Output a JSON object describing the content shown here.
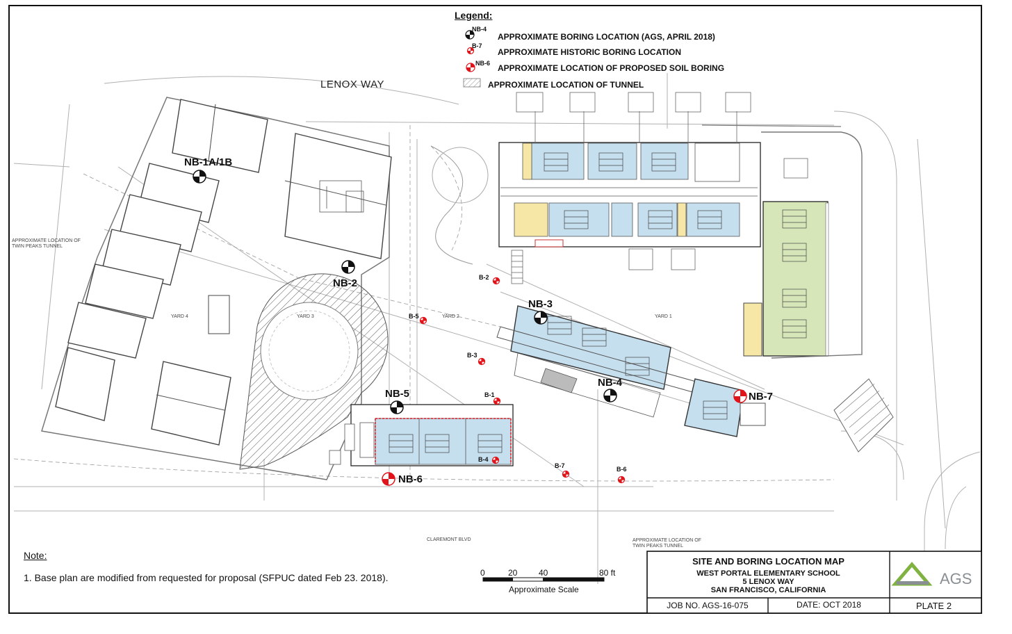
{
  "legend": {
    "title": "Legend:",
    "items": [
      {
        "symbol_label": "NB-4",
        "text": "APPROXIMATE BORING LOCATION (AGS, APRIL 2018)",
        "icon": "black-quadrant-target-icon"
      },
      {
        "symbol_label": "B-7",
        "text": "APPROXIMATE HISTORIC BORING LOCATION",
        "icon": "red-small-boring-icon"
      },
      {
        "symbol_label": "NB-6",
        "text": "APPROXIMATE LOCATION OF PROPOSED SOIL BORING",
        "icon": "red-quadrant-target-icon"
      },
      {
        "symbol_label": "",
        "text": "APPROXIMATE LOCATION OF TUNNEL",
        "icon": "hatched-tunnel-icon"
      }
    ]
  },
  "map": {
    "street_top": "LENOX WAY",
    "tunnel_left": "APPROXIMATE LOCATION OF\nTWIN PEAKS TUNNEL",
    "tunnel_bottom": "APPROXIMATE LOCATION OF\nTWIN PEAKS TUNNEL",
    "street_bottom": "CLAREMONT BLVD",
    "yards": [
      "YARD 4",
      "YARD 3",
      "YARD 2",
      "YARD 1"
    ],
    "borings_ags": [
      "NB-1A/1B",
      "NB-2",
      "NB-3",
      "NB-4",
      "NB-5"
    ],
    "borings_proposed": [
      "NB-6",
      "NB-7"
    ],
    "borings_historic": [
      "B-1",
      "B-2",
      "B-3",
      "B-4",
      "B-5",
      "B-6",
      "B-7"
    ]
  },
  "notes": {
    "heading": "Note:",
    "items": [
      "1. Base plan are modified from requested for proposal (SFPUC dated Feb 23. 2018)."
    ]
  },
  "scale": {
    "ticks": [
      "0",
      "20",
      "40",
      "80 ft"
    ],
    "caption": "Approximate Scale"
  },
  "title_block": {
    "title": "SITE AND BORING LOCATION MAP",
    "project": "WEST PORTAL ELEMENTARY SCHOOL",
    "address": "5 LENOX WAY",
    "city": "SAN FRANCISCO, CALIFORNIA",
    "job_no": "JOB NO.   AGS-16-075",
    "date": "DATE: OCT 2018",
    "plate": "PLATE  2",
    "logo_text": "AGS"
  },
  "colors": {
    "classroom_blue": "#c5dfef",
    "library_green": "#d7e6b9",
    "service_yellow": "#f6e7a6",
    "boring_red": "#e1141b",
    "line_gray": "#9a9a9a",
    "logo_green": "#7fb241",
    "logo_gray": "#8a8f94"
  }
}
